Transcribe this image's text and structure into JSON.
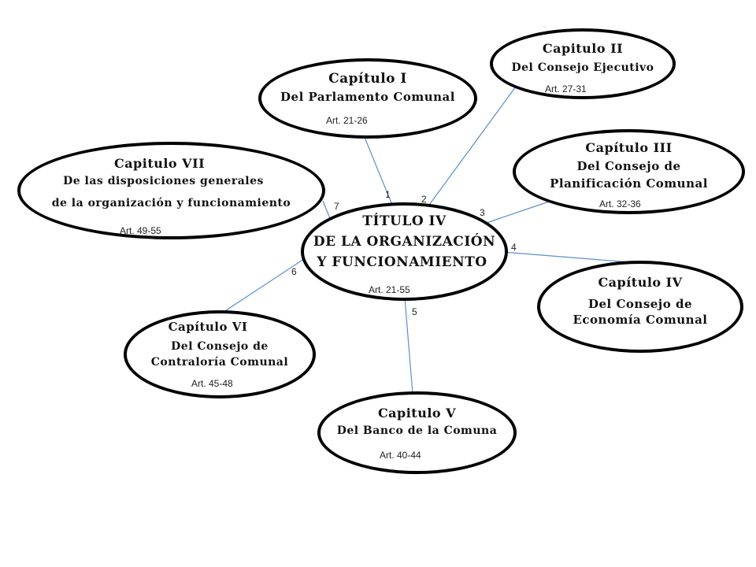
{
  "center": {
    "lines": [
      "TÍTULO IV",
      "DE LA ORGANIZACIÓN",
      "Y FUNCIONAMIENTO"
    ],
    "art": "Art. 21-55"
  },
  "chapters": [
    {
      "num": "1",
      "lines": [
        "Capítulo I",
        "Del Parlamento Comunal"
      ],
      "art": "Art. 21-26"
    },
    {
      "num": "2",
      "lines": [
        "Capitulo II",
        "Del Consejo Ejecutivo"
      ],
      "art": "Art. 27-31"
    },
    {
      "num": "3",
      "lines": [
        "Capítulo III",
        "Del Consejo de",
        "Planificación Comunal"
      ],
      "art": "Art. 32-36"
    },
    {
      "num": "4",
      "lines": [
        "Capítulo IV",
        "Del Consejo de",
        "Economía Comunal"
      ],
      "art": ""
    },
    {
      "num": "5",
      "lines": [
        "Capitulo V",
        "Del Banco de la Comuna"
      ],
      "art": "Art. 40-44"
    },
    {
      "num": "6",
      "lines": [
        "Capítulo VI",
        "Del Consejo de",
        "Contraloría Comunal"
      ],
      "art": "Art. 45-48"
    },
    {
      "num": "7",
      "lines": [
        "Capitulo VII",
        "De las disposiciones generales",
        "de la organización y funcionamiento"
      ],
      "art": "Art. 49-55"
    }
  ],
  "colors": {
    "connector": "#5b8fc7",
    "outline": "#000000"
  }
}
